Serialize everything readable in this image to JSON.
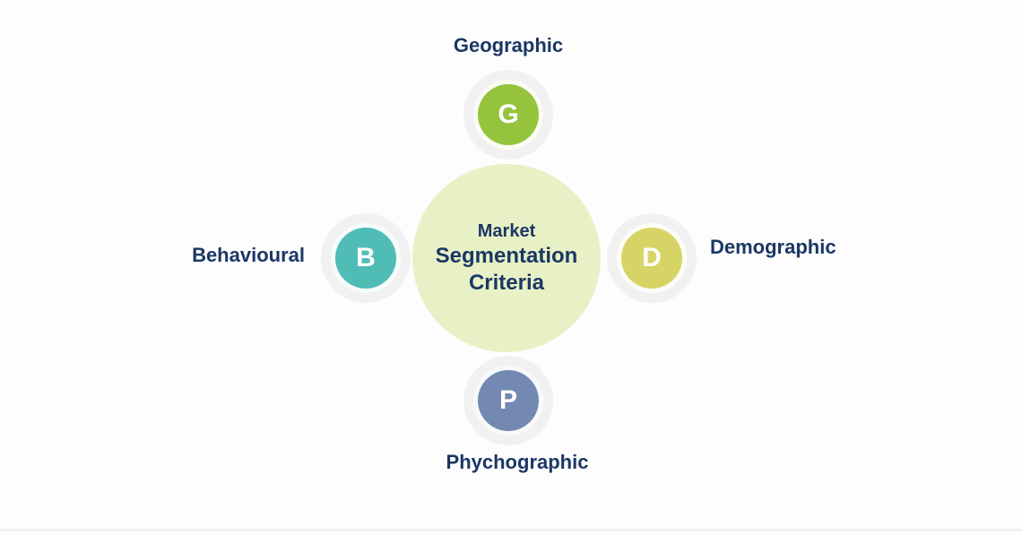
{
  "title": "Market Segmentation Criteria diagram",
  "colors": {
    "background": "#fdfdfe",
    "label_text": "#1b3764",
    "center_fill": "#e8f1c6",
    "halo_fill": "#f2f1f1",
    "letter_text": "#ffffff",
    "geographic_fill": "#95c43c",
    "demographic_fill": "#d6d465",
    "psychographic_fill": "#7489b1",
    "behavioural_fill": "#4fbdb6"
  },
  "center": {
    "line1": "Market",
    "line2": "Segmentation",
    "line3": "Criteria"
  },
  "nodes": [
    {
      "id": "geographic",
      "label": "Geographic",
      "letter": "G",
      "color": "#95c43c",
      "position": "top"
    },
    {
      "id": "demographic",
      "label": "Demographic",
      "letter": "D",
      "color": "#d6d465",
      "position": "right"
    },
    {
      "id": "psychographic",
      "label": "Phychographic",
      "letter": "P",
      "color": "#7489b1",
      "position": "bottom"
    },
    {
      "id": "behavioural",
      "label": "Behavioural",
      "letter": "B",
      "color": "#4fbdb6",
      "position": "left"
    }
  ]
}
